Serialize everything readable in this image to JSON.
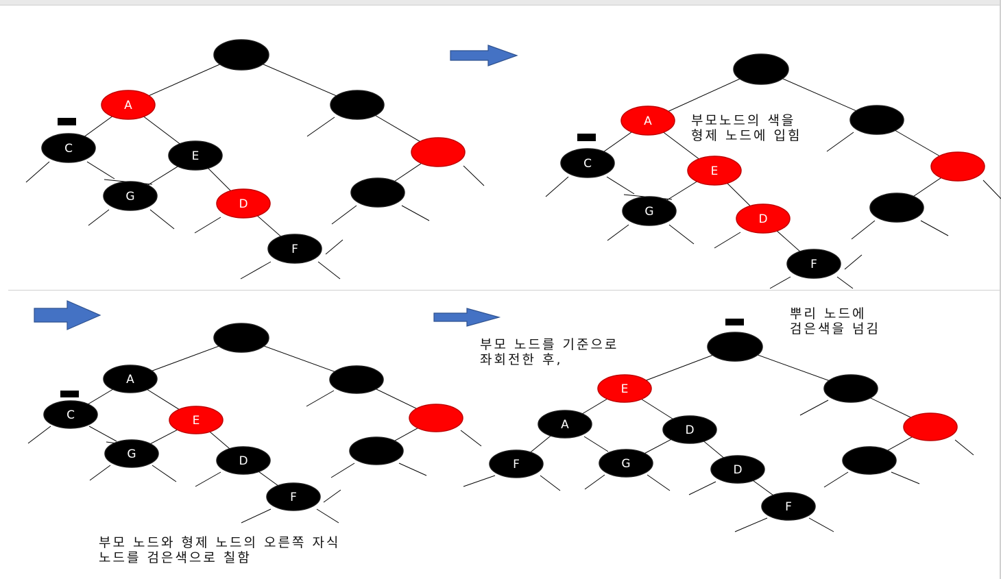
{
  "colors": {
    "black": "#000000",
    "red": "#ff0000",
    "arrow": "#4472c4",
    "edge": "#000000"
  },
  "captions": {
    "step1": [
      "부모노드의 색을",
      "형제 노드에 입힘"
    ],
    "step2": [
      "부모 노드와 형제 노드의 오른쪽 자식",
      "노드를 검은색으로 칠함"
    ],
    "step3": [
      "부모 노드를 기준으로",
      "좌회전한 후,"
    ],
    "step4": [
      "뿌리 노드에",
      "검은색을 넘김"
    ]
  },
  "trees": [
    {
      "name": "tree-1",
      "nodes": [
        {
          "id": "r",
          "label": "",
          "color": "black"
        },
        {
          "id": "a",
          "label": "A",
          "color": "red"
        },
        {
          "id": "c",
          "label": "C",
          "color": "black"
        },
        {
          "id": "e",
          "label": "E",
          "color": "black"
        },
        {
          "id": "g",
          "label": "G",
          "color": "black"
        },
        {
          "id": "d",
          "label": "D",
          "color": "red"
        },
        {
          "id": "f",
          "label": "F",
          "color": "black"
        },
        {
          "id": "s",
          "label": "",
          "color": "black"
        },
        {
          "id": "sr",
          "label": "",
          "color": "red"
        },
        {
          "id": "sl",
          "label": "",
          "color": "black"
        }
      ]
    },
    {
      "name": "tree-2",
      "nodes": [
        {
          "id": "r",
          "label": "",
          "color": "black"
        },
        {
          "id": "a",
          "label": "A",
          "color": "red"
        },
        {
          "id": "c",
          "label": "C",
          "color": "black"
        },
        {
          "id": "e",
          "label": "E",
          "color": "red"
        },
        {
          "id": "g",
          "label": "G",
          "color": "black"
        },
        {
          "id": "d",
          "label": "D",
          "color": "red"
        },
        {
          "id": "f",
          "label": "F",
          "color": "black"
        },
        {
          "id": "s",
          "label": "",
          "color": "black"
        },
        {
          "id": "sr",
          "label": "",
          "color": "red"
        },
        {
          "id": "sl",
          "label": "",
          "color": "black"
        }
      ]
    },
    {
      "name": "tree-3",
      "nodes": [
        {
          "id": "r",
          "label": "",
          "color": "black"
        },
        {
          "id": "a",
          "label": "A",
          "color": "black"
        },
        {
          "id": "c",
          "label": "C",
          "color": "black"
        },
        {
          "id": "e",
          "label": "E",
          "color": "red"
        },
        {
          "id": "g",
          "label": "G",
          "color": "black"
        },
        {
          "id": "d",
          "label": "D",
          "color": "black"
        },
        {
          "id": "f",
          "label": "F",
          "color": "black"
        },
        {
          "id": "s",
          "label": "",
          "color": "black"
        },
        {
          "id": "sr",
          "label": "",
          "color": "red"
        },
        {
          "id": "sl",
          "label": "",
          "color": "black"
        }
      ]
    },
    {
      "name": "tree-4",
      "nodes": [
        {
          "id": "r",
          "label": "",
          "color": "black"
        },
        {
          "id": "e",
          "label": "E",
          "color": "red"
        },
        {
          "id": "a",
          "label": "A",
          "color": "black"
        },
        {
          "id": "d1",
          "label": "D",
          "color": "black"
        },
        {
          "id": "f1",
          "label": "F",
          "color": "black"
        },
        {
          "id": "g",
          "label": "G",
          "color": "black"
        },
        {
          "id": "d2",
          "label": "D",
          "color": "black"
        },
        {
          "id": "f2",
          "label": "F",
          "color": "black"
        },
        {
          "id": "s",
          "label": "",
          "color": "black"
        },
        {
          "id": "sr",
          "label": "",
          "color": "red"
        },
        {
          "id": "sl",
          "label": "",
          "color": "black"
        }
      ]
    }
  ]
}
